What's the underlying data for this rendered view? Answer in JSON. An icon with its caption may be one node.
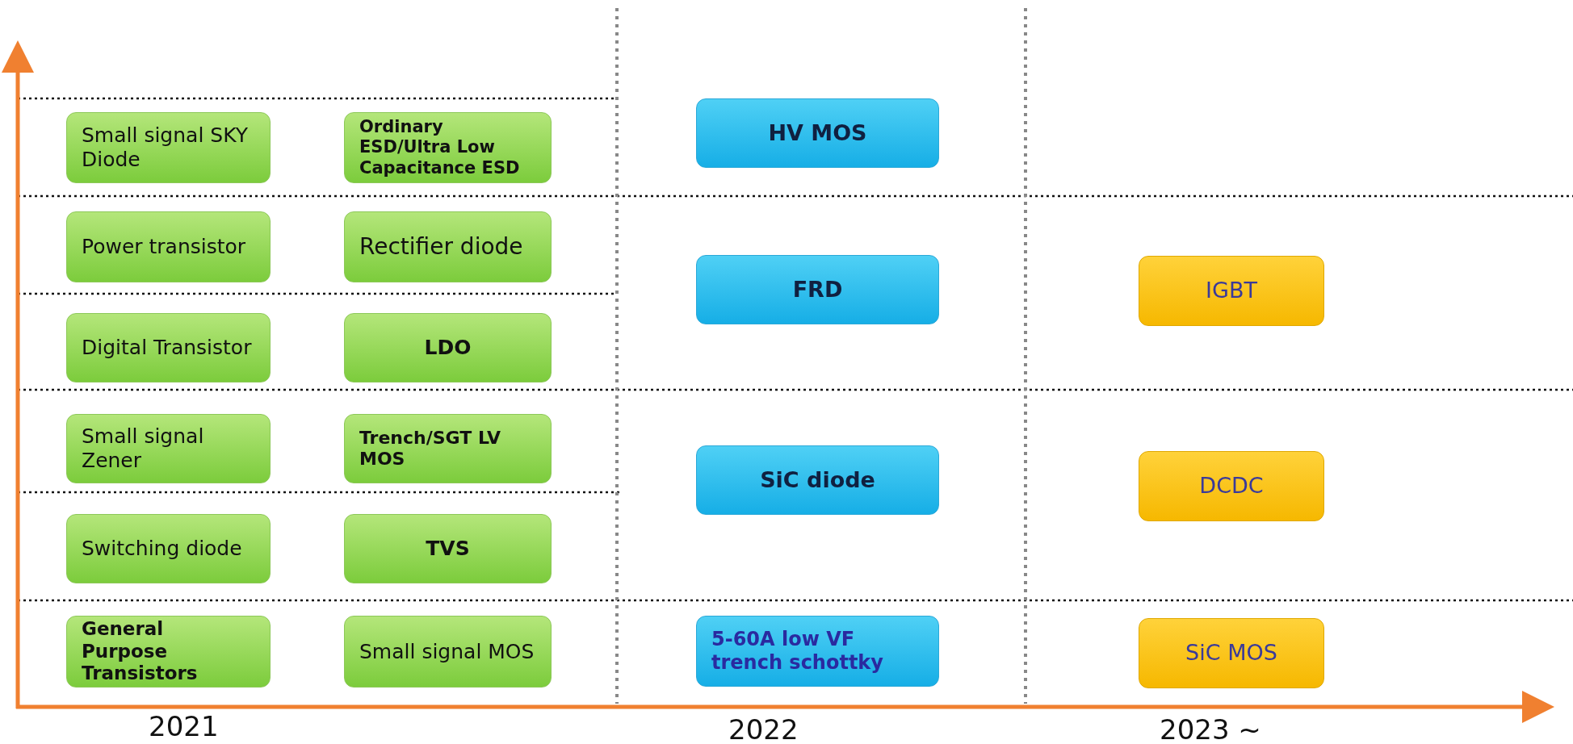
{
  "diagram": {
    "nodes": [
      {
        "text": [
          "Small signal SKY Diode"
        ]
      },
      {
        "text": [
          "Ordinary ESD/Ultra Low Capacitance ESD"
        ]
      },
      {
        "text": [
          "HV MOS"
        ]
      },
      {
        "text": [
          "Power transistor"
        ]
      },
      {
        "text": [
          "Rectifier diode"
        ]
      },
      {
        "text": [
          "FRD"
        ]
      },
      {
        "text": [
          "IGBT"
        ]
      },
      {
        "text": [
          "Digital Transistor"
        ]
      },
      {
        "text": [
          "LDO"
        ]
      },
      {
        "text": [
          "Small signal Zener"
        ]
      },
      {
        "text": [
          "Trench/SGT LV MOS"
        ]
      },
      {
        "text": [
          "SiC diode"
        ]
      },
      {
        "text": [
          "DCDC"
        ]
      },
      {
        "text": [
          "Switching diode"
        ]
      },
      {
        "text": [
          "TVS"
        ]
      },
      {
        "text": [
          "General Purpose Transistors"
        ]
      },
      {
        "text": [
          "Small signal MOS"
        ]
      },
      {
        "text": [
          "5-60A low VF trench schottky"
        ]
      },
      {
        "text": [
          "SiC MOS"
        ]
      }
    ],
    "labels": [
      "2021",
      "2022",
      "2023 ~"
    ]
  }
}
